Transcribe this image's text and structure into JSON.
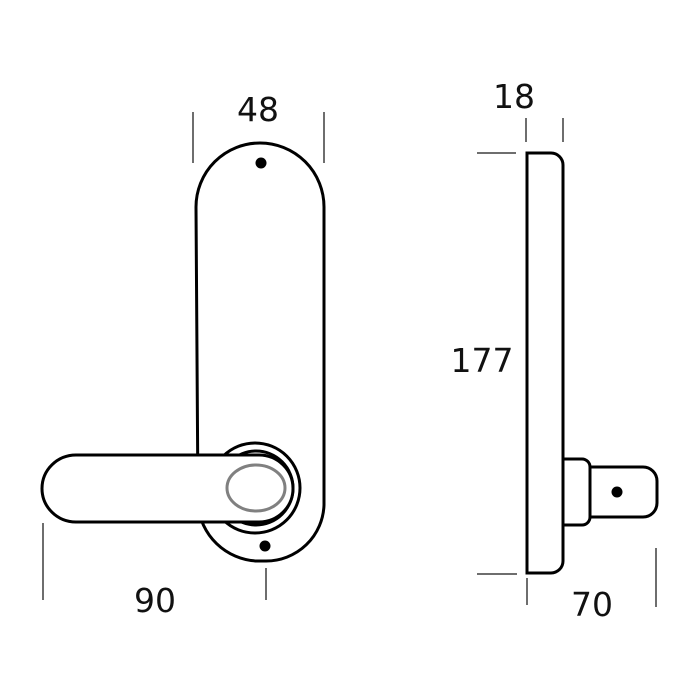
{
  "dimensions": {
    "plate_width": "48",
    "plate_depth": "18",
    "plate_height": "177",
    "lever_length": "90",
    "lever_projection": "70"
  },
  "colors": {
    "outline": "#000000",
    "dimension_line": "#6e6e6e",
    "lens": "#808080"
  }
}
